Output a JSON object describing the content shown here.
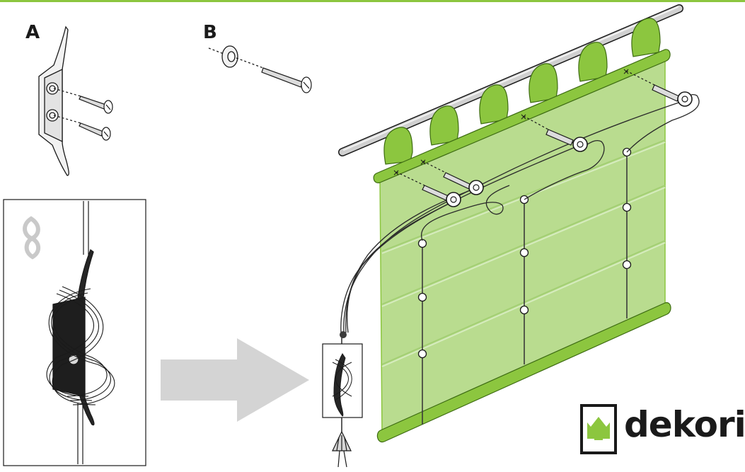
{
  "labels": {
    "a": "A",
    "b": "B"
  },
  "brand": {
    "name": "dekoria",
    "logo_icon": "tulip-frame-icon"
  },
  "colors": {
    "fabric": "#b9dc8f",
    "fabric_edge": "#8cc63f",
    "accent": "#8cc63f",
    "rod": "#cfcfcf",
    "arrow": "#d4d4d4",
    "line": "#1a1a1a"
  },
  "icons": {
    "cleat": "cleat-icon",
    "pulley": "pulley-ring-icon",
    "screw": "screw-icon",
    "eye_screw": "eye-screw-icon",
    "tassel": "tassel-weight-icon",
    "figure_eight": "figure-eight-icon",
    "arrow": "arrow-right-icon"
  }
}
